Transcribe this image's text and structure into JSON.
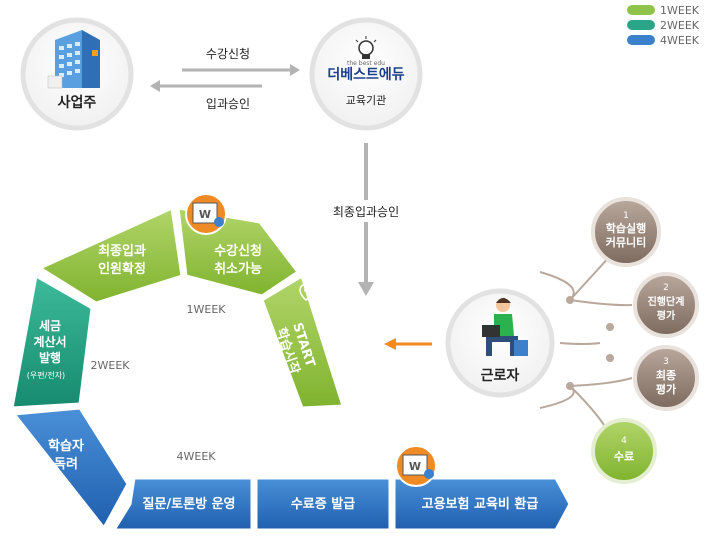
{
  "legend": [
    {
      "label": "1WEEK",
      "color": "#8fc34a"
    },
    {
      "label": "2WEEK",
      "color": "#2aa587"
    },
    {
      "label": "4WEEK",
      "color": "#3c7fcb"
    }
  ],
  "top": {
    "employer": "사업주",
    "institution_logo": "더베스트에듀",
    "institution_logo_small": "the best edu",
    "institution": "교육기관",
    "arrow_right": "수강신청",
    "arrow_left": "입과승인",
    "final_approval": "최종입과승인",
    "worker": "근로자"
  },
  "cycle": {
    "step_start_1": "START",
    "step_start_2": "학습시작",
    "step_cancel_1": "수강신청",
    "step_cancel_2": "취소가능",
    "step_confirm_1": "최종입과",
    "step_confirm_2": "인원확정",
    "step_invoice_1": "세금",
    "step_invoice_2": "계산서",
    "step_invoice_3": "발행",
    "step_invoice_4": "(우편/전자)",
    "step_encourage_1": "학습자",
    "step_encourage_2": "독려",
    "step_qna": "질문/토론방 운영",
    "step_certificate": "수료증 발급",
    "step_refund": "고용보험 교육비 환급",
    "week1": "1WEEK",
    "week2": "2WEEK",
    "week4": "4WEEK"
  },
  "side_steps": [
    {
      "num": "1",
      "line1": "학습실행",
      "line2": "커뮤니티"
    },
    {
      "num": "2",
      "line1": "진행단계",
      "line2": "평가"
    },
    {
      "num": "3",
      "line1": "최종",
      "line2": "평가"
    },
    {
      "num": "4",
      "line1": "수료",
      "line2": ""
    }
  ]
}
